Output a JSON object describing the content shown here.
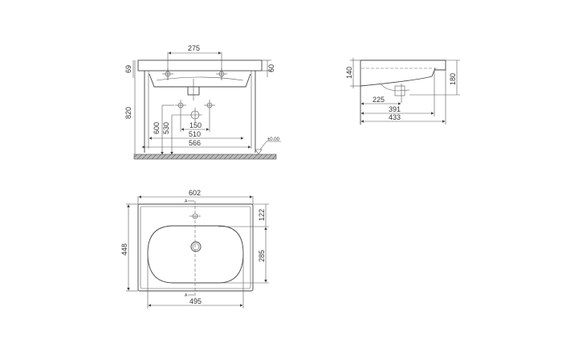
{
  "front_view": {
    "dims": {
      "hole_spacing": "275",
      "rim_height_left": "69",
      "rim_height_right": "60",
      "total_height": "820",
      "height_600": "600",
      "height_530": "530",
      "width_150": "150",
      "width_510": "510",
      "width_566": "566",
      "floor_level": "±0.00"
    }
  },
  "side_view": {
    "dims": {
      "height_140": "140",
      "height_180": "180",
      "depth_225": "225",
      "depth_391": "391",
      "depth_433": "433"
    }
  },
  "top_view": {
    "dims": {
      "width_602": "602",
      "depth_448": "448",
      "offset_122": "122",
      "bowl_285": "285",
      "bowl_495": "495",
      "section_mark_top": "A",
      "section_mark_bottom": "A"
    }
  }
}
